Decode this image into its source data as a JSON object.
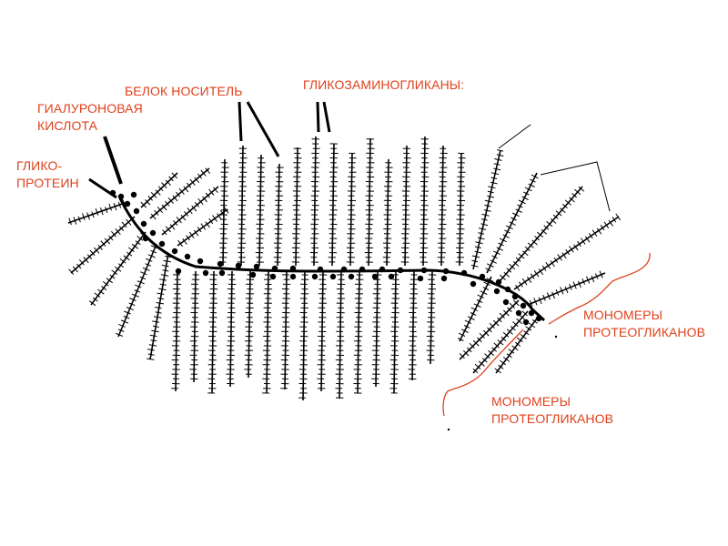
{
  "labels": {
    "carrier_protein": "БЕЛОК НОСИТЕЛЬ",
    "glycosaminoglycans": "ГЛИКОЗАМИНОГЛИКАНЫ:",
    "hyaluronic_acid_line1": "ГИАЛУРОНОВАЯ",
    "hyaluronic_acid_line2": "КИСЛОТА",
    "glycoprotein_line1": "ГЛИКО-",
    "glycoprotein_line2": "ПРОТЕИН",
    "monomers_right_line1": "МОНОМЕРЫ",
    "monomers_right_line2": "ПРОТЕОГЛИКАНОВ",
    "monomers_bottom_line1": "МОНОМЕРЫ",
    "monomers_bottom_line2": "ПРОТЕОГЛИКАНОВ"
  },
  "colors": {
    "label": "#e0401a",
    "drawing": "#000000",
    "background": "#ffffff"
  }
}
